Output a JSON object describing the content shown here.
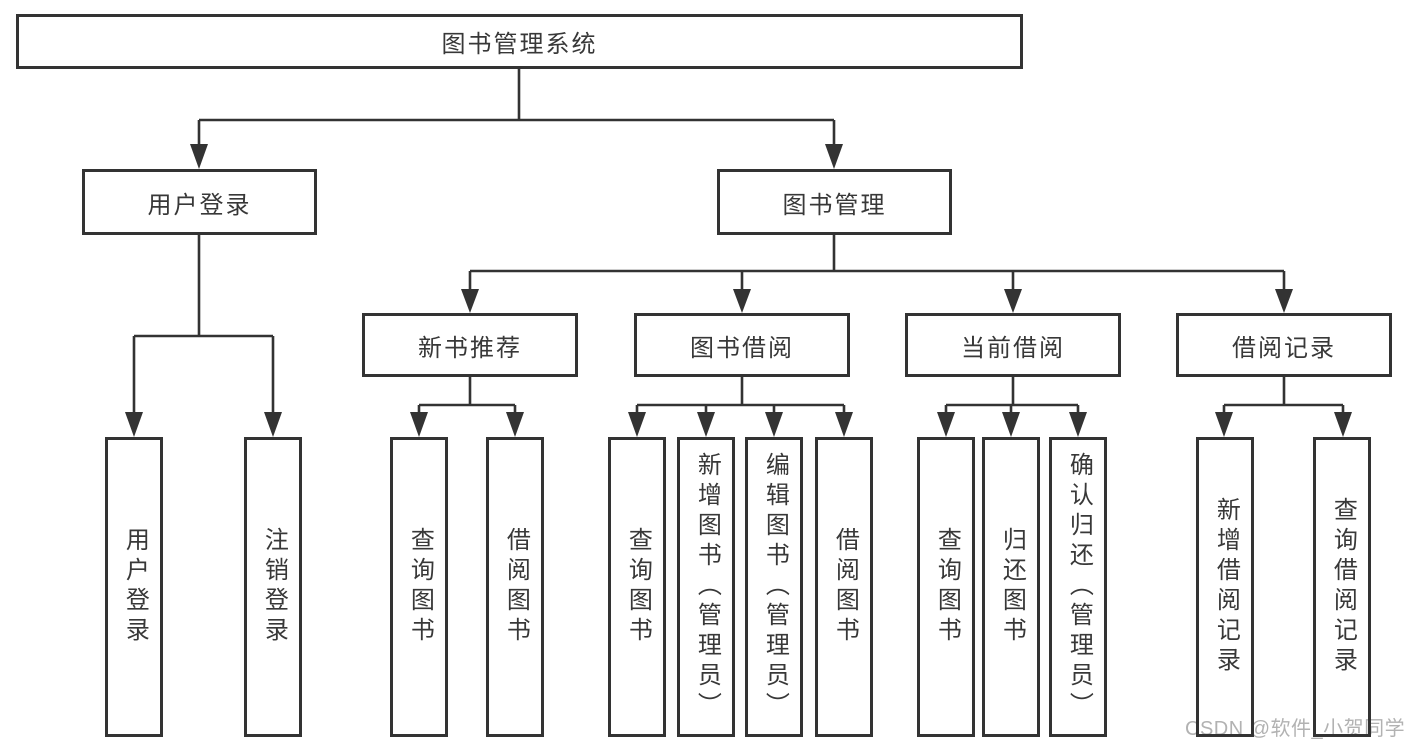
{
  "colors": {
    "line": "#333333",
    "node_border": "#333333",
    "node_background": "#ffffff",
    "text": "#383838",
    "watermark": "#b2b2b2"
  },
  "diagram": {
    "type": "hierarchy",
    "root": {
      "label": "图书管理系统"
    },
    "level1": [
      {
        "label": "用户登录",
        "parent": "图书管理系统"
      },
      {
        "label": "图书管理",
        "parent": "图书管理系统"
      }
    ],
    "level2": [
      {
        "label": "新书推荐",
        "parent": "图书管理"
      },
      {
        "label": "图书借阅",
        "parent": "图书管理"
      },
      {
        "label": "当前借阅",
        "parent": "图书管理"
      },
      {
        "label": "借阅记录",
        "parent": "图书管理"
      }
    ],
    "leaves": [
      {
        "label": "用户登录",
        "parent": "用户登录"
      },
      {
        "label": "注销登录",
        "parent": "用户登录"
      },
      {
        "label": "查询图书",
        "parent": "新书推荐"
      },
      {
        "label": "借阅图书",
        "parent": "新书推荐"
      },
      {
        "label": "查询图书",
        "parent": "图书借阅"
      },
      {
        "label": "新增图书（管理员）",
        "parent": "图书借阅"
      },
      {
        "label": "编辑图书（管理员）",
        "parent": "图书借阅"
      },
      {
        "label": "借阅图书",
        "parent": "图书借阅"
      },
      {
        "label": "查询图书",
        "parent": "当前借阅"
      },
      {
        "label": "归还图书",
        "parent": "当前借阅"
      },
      {
        "label": "确认归还（管理员）",
        "parent": "当前借阅"
      },
      {
        "label": "新增借阅记录",
        "parent": "借阅记录"
      },
      {
        "label": "查询借阅记录",
        "parent": "借阅记录"
      }
    ]
  },
  "watermark": {
    "text": "CSDN @软件_小贺同学"
  }
}
